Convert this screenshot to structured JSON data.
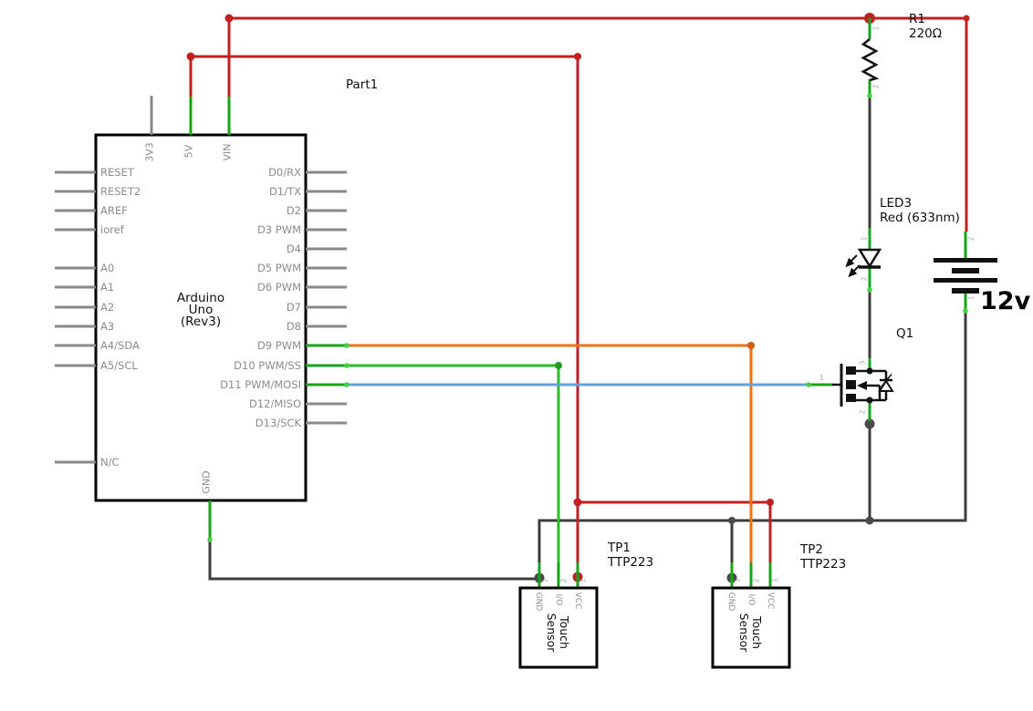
{
  "arduino": {
    "designator": "Part1",
    "name_lines": [
      "Arduino",
      "Uno",
      "(Rev3)"
    ],
    "top_pins": [
      "3V3",
      "5V",
      "VIN"
    ],
    "bottom_pin": "GND",
    "left_pins": [
      "RESET",
      "RESET2",
      "AREF",
      "ioref",
      "A0",
      "A1",
      "A2",
      "A3",
      "A4/SDA",
      "A5/SCL",
      "N/C"
    ],
    "right_pins": [
      "D0/RX",
      "D1/TX",
      "D2",
      "D3 PWM",
      "D4",
      "D5 PWM",
      "D6 PWM",
      "D7",
      "D8",
      "D9 PWM",
      "D10 PWM/SS",
      "D11 PWM/MOSI",
      "D12/MISO",
      "D13/SCK"
    ]
  },
  "resistor": {
    "designator": "R1",
    "value": "220Ω",
    "pin_numbers": [
      "1",
      "2"
    ]
  },
  "led": {
    "designator": "LED3",
    "value": "Red (633nm)",
    "pin_numbers": [
      "1",
      "2"
    ]
  },
  "mosfet": {
    "designator": "Q1",
    "pin_numbers": [
      "1",
      "2",
      "3"
    ]
  },
  "battery": {
    "value": "12v",
    "pin_numbers": [
      "1",
      "2"
    ]
  },
  "sensors": [
    {
      "designator": "TP1",
      "part_number": "TTP223",
      "name_lines": [
        "Touch",
        "Sensor"
      ],
      "pin_labels": [
        "GND",
        "I/O",
        "VCC"
      ],
      "pin_numbers": [
        "1",
        "2",
        "3"
      ]
    },
    {
      "designator": "TP2",
      "part_number": "TTP223",
      "name_lines": [
        "Touch",
        "Sensor"
      ],
      "pin_labels": [
        "GND",
        "I/O",
        "VCC"
      ],
      "pin_numbers": [
        "1",
        "2",
        "3"
      ]
    }
  ],
  "colors": {
    "wire_red": "#c22020",
    "wire_green": "#2cbc2c",
    "wire_orange": "#ee7213",
    "wire_blue": "#62a1da",
    "wire_dark": "#3d3d3d",
    "pin_stub_green": "#17a517",
    "pin_stub_gray": "#8a8a8a",
    "pin_label_gray": "#8c8c8c"
  }
}
